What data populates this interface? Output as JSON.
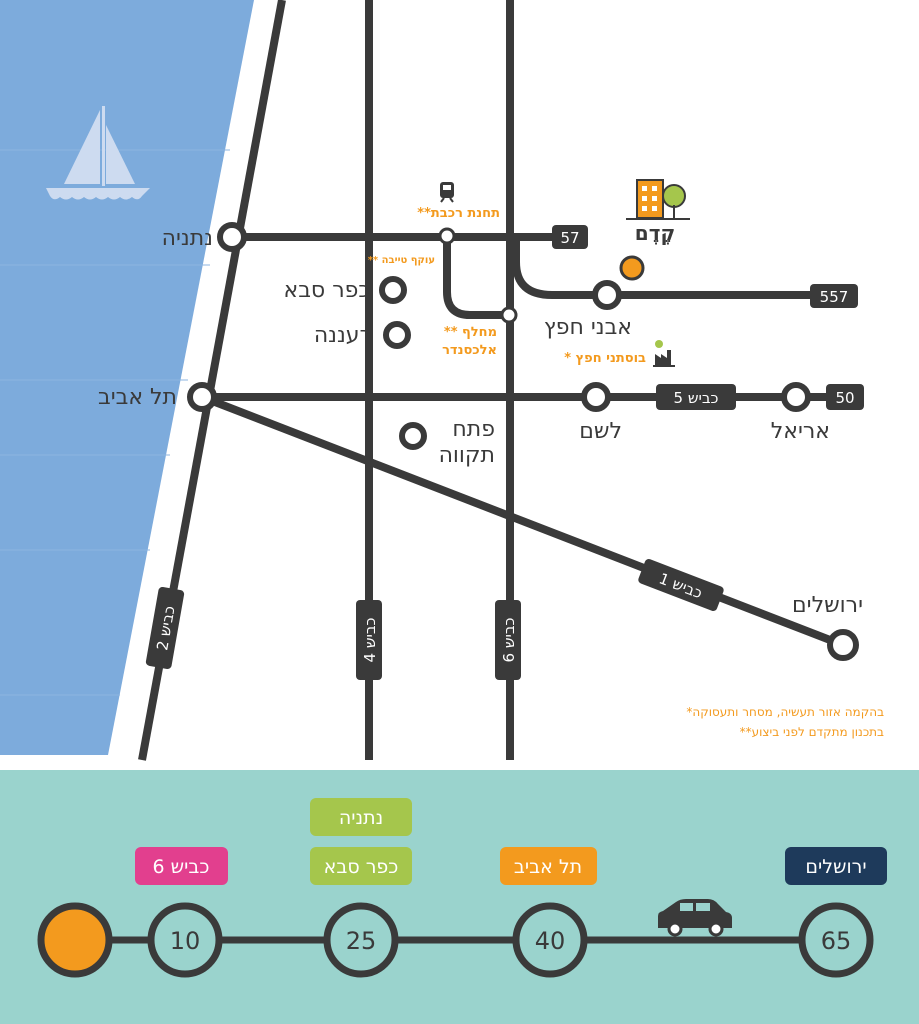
{
  "colors": {
    "sea": "#7dabdc",
    "road": "#3a3a3a",
    "accent_orange": "#f39a1e",
    "panel_bg": "#9ad3cd",
    "pill_pink": "#e23f8e",
    "pill_green": "#a5c64c",
    "pill_orange": "#f39a1e",
    "pill_navy": "#1e3a5b"
  },
  "map": {
    "cities": {
      "netanya": "נתניה",
      "kfar_saba": "כפר סבא",
      "raanana": "רעננה",
      "tel_aviv": "תל אביב",
      "petah_tikva_line1": "פתח",
      "petah_tikva_line2": "תקווה",
      "even_hefetz": "אבני חפץ",
      "lashem": "לשם",
      "ariel": "אריאל",
      "jerusalem": "ירושלים"
    },
    "project": "קֶדֶם",
    "poi": {
      "train_station": "**תחנת רכבת",
      "tayibe_bypass": "** עוקף טייבה",
      "alexander_line1": "** מחלף",
      "alexander_line2": "אלכסנדר",
      "bustanei_hefetz": "* בוסתני חפץ"
    },
    "road_shields": {
      "r57": "57",
      "r557": "557",
      "r50": "50"
    },
    "route_labels": {
      "route5": "כביש 5",
      "route1": "כביש 1",
      "route2": "כביש 2",
      "route4": "כביש 4",
      "route6": "כביש 6"
    },
    "notes": {
      "note1": "*בהקמה אזור תעשיה, מסחר ותעסוקה",
      "note2": "**בתכנון מתקדם לפני ביצוע"
    },
    "icons": [
      "sailboat-icon",
      "train-icon",
      "building-tree-icon",
      "factory-icon"
    ]
  },
  "distance_bar": {
    "stops": [
      {
        "value": "",
        "labels": []
      },
      {
        "value": "10",
        "labels": [
          "כביש 6"
        ]
      },
      {
        "value": "25",
        "labels": [
          "נתניה",
          "כפר סבא"
        ]
      },
      {
        "value": "40",
        "labels": [
          "תל אביב"
        ]
      },
      {
        "value": "65",
        "labels": [
          "ירושלים"
        ]
      }
    ],
    "icon": "car-icon"
  }
}
